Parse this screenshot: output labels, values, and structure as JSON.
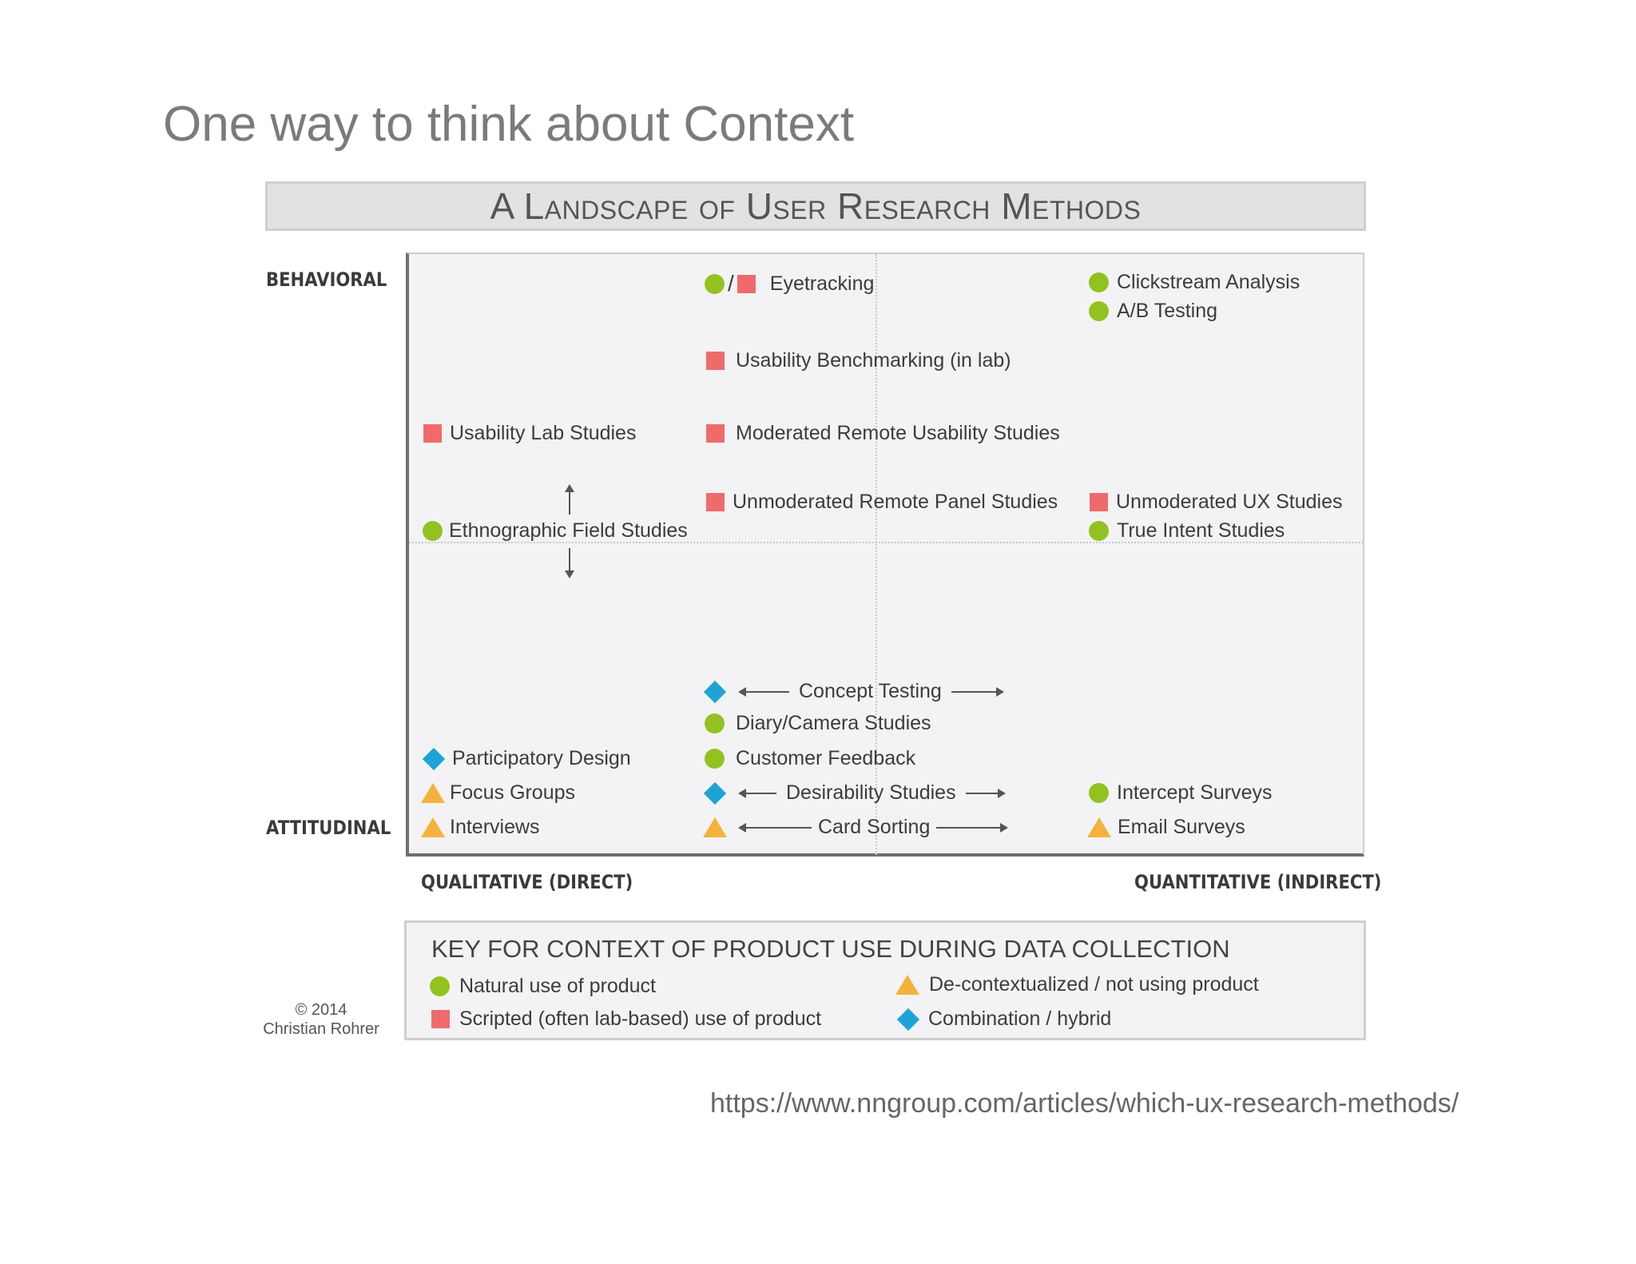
{
  "page": {
    "title": "One way to think about Context",
    "source_url": "https://www.nngroup.com/articles/which-ux-research-methods/"
  },
  "diagram": {
    "banner": "A Landscape of User Research Methods",
    "y_axis": {
      "top": "BEHAVIORAL",
      "bottom": "ATTITUDINAL"
    },
    "x_axis": {
      "left": "QUALITATIVE (DIRECT)",
      "right": "QUANTITATIVE (INDIRECT)"
    },
    "methods": {
      "eyetracking": "Eyetracking",
      "eyetracking_sep": "/",
      "clickstream": "Clickstream Analysis",
      "ab_testing": "A/B Testing",
      "usability_benchmarking": "Usability Benchmarking (in lab)",
      "usability_lab": "Usability Lab Studies",
      "moderated_remote": "Moderated Remote Usability Studies",
      "unmoderated_panel": "Unmoderated Remote Panel Studies",
      "unmoderated_ux": "Unmoderated UX Studies",
      "true_intent": "True Intent Studies",
      "ethnographic": "Ethnographic Field Studies",
      "concept_testing": "Concept Testing",
      "diary_camera": "Diary/Camera Studies",
      "participatory_design": "Participatory Design",
      "customer_feedback": "Customer Feedback",
      "focus_groups": "Focus Groups",
      "desirability": "Desirability Studies",
      "intercept_surveys": "Intercept Surveys",
      "interviews": "Interviews",
      "card_sorting": "Card Sorting",
      "email_surveys": "Email Surveys"
    },
    "key": {
      "title": "KEY FOR CONTEXT OF PRODUCT USE DURING DATA COLLECTION",
      "natural": "Natural use of product",
      "scripted": "Scripted (often lab-based) use of product",
      "decontextualized": "De-contextualized / not using product",
      "combination": "Combination / hybrid"
    },
    "copyright": "© 2014\nChristian Rohrer",
    "colors": {
      "natural": "#92c21f",
      "scripted": "#ef6b6b",
      "decontextualized": "#f4b23c",
      "combination": "#1fa3d6"
    }
  }
}
